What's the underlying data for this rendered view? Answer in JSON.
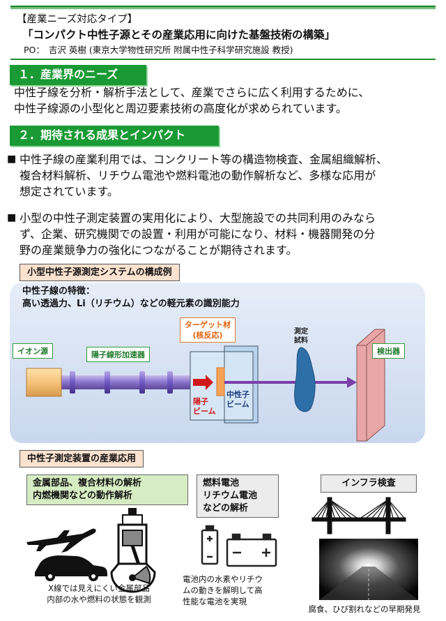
{
  "header": {
    "category": "【産業ニーズ対応タイプ】",
    "title": "「コンパクト中性子源とその産業応用に向けた基盤技術の構築」",
    "po_label": "PO：",
    "po_name": "吉沢 英樹 (東京大学物性研究所 附属中性子科学研究施設 教授)"
  },
  "section1": {
    "heading": "１．産業界のニーズ",
    "lines": [
      "中性子線を分析・解析手法として、産業でさらに広く利用するために、",
      "中性子線源の小型化と周辺要素技術の高度化が求められています。"
    ]
  },
  "section2": {
    "heading": "２．期待される成果とインパクト",
    "bullet_marker": "■",
    "bullet1": [
      "中性子線の産業利用では、コンクリート等の構造物検査、金属組織解析、",
      "複合材料解析、リチウム電池や燃料電池の動作解析など、多様な応用が",
      "想定されています。"
    ],
    "bullet2": [
      "小型の中性子測定装置の実用化により、大型施設での共同利用のみなら",
      "ず、企業、研究機関での設置・利用が可能になり、材料・機器開発の分",
      "野の産業競争力の強化につながることが期待されます。"
    ]
  },
  "diagram": {
    "label": "小型中性子源測定システムの構成例",
    "feature_title": "中性子線の特徴：",
    "feature_text": "高い透過力、Li（リチウム）などの軽元素の識別能力",
    "ion_source": "イオン源",
    "accelerator": "陽子線形加速器",
    "target_line1": "ターゲット材",
    "target_line2": "(核反応)",
    "sample_line1": "測定",
    "sample_line2": "試料",
    "detector": "検出器",
    "proton_line1": "陽子",
    "proton_line2": "ビーム",
    "neutron_line1": "中性子",
    "neutron_line2": "ビーム",
    "colors": {
      "panel": "#d3def0",
      "beam": "#7a3fa8",
      "proton_arrow": "#d01a1a",
      "target": "#f5a25a",
      "detector": "#e9a6a6",
      "sample": "#2e6fa8"
    }
  },
  "applications": {
    "label": "中性子測定装置の産業応用",
    "metal_title": [
      "金属部品、複合材料の解析",
      "内燃機関などの動作解析"
    ],
    "battery_title": [
      "燃料電池",
      "リチウム電池",
      "などの解析"
    ],
    "infra_title": "インフラ検査",
    "metal_caption": [
      "X線では見えにくい金属部品",
      "内部の水や燃料の状態を観測"
    ],
    "battery_caption": [
      "電池内の水素やリチウ",
      "ムの動きを解明して高",
      "性能な電池を実現"
    ],
    "infra_caption": "腐食、ひび割れなどの早期発見",
    "icons": [
      "airplane-icon",
      "car-icon",
      "engine-piston-icon",
      "battery-icon",
      "bridge-icon",
      "tunnel-photo"
    ]
  }
}
